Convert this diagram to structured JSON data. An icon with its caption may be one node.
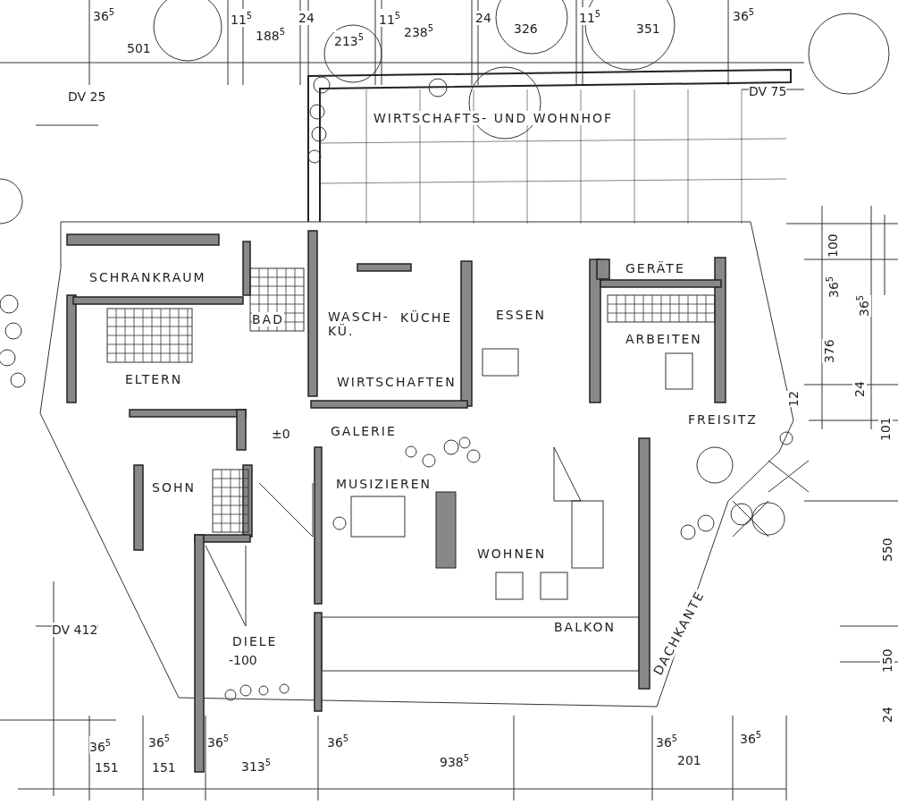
{
  "diagram": {
    "labels": [
      "36$^{5}$",
      "501",
      "11$^{5}$",
      "188$^{5}$",
      "24",
      "213$^{5}$",
      "11$^{5}$",
      "238$^{5}$",
      "24",
      "326",
      "11$^{5}$",
      "351",
      "36$^{5}$",
      "DV 25",
      "DV 75",
      "WIRTSCHAFTS- UND WOHNHOF",
      "100",
      "SCHRANKRAUM",
      "GERÄTE",
      "36$^{5}$",
      "36$^{5}$",
      "BAD",
      "WASCH- KÜ.",
      "KÜCHE",
      "ESSEN",
      "ARBEITEN",
      "376",
      "ELTERN",
      "WIRTSCHAFTEN",
      "12",
      "24",
      "±0",
      "GALERIE",
      "FREISITZ",
      "101",
      "SOHN",
      "MUSIZIEREN",
      "WOHNEN",
      "550",
      "DACHKANTE",
      "DV 412",
      "DIELE",
      "-100",
      "BALKON",
      "150",
      "24",
      "36$^{5}$",
      "36$^{5}$",
      "36$^{5}$",
      "36$^{5}$",
      "36$^{5}$",
      "36$^{5}$",
      "151",
      "151",
      "313$^{5}$",
      "938$^{5}$",
      "201"
    ]
  }
}
